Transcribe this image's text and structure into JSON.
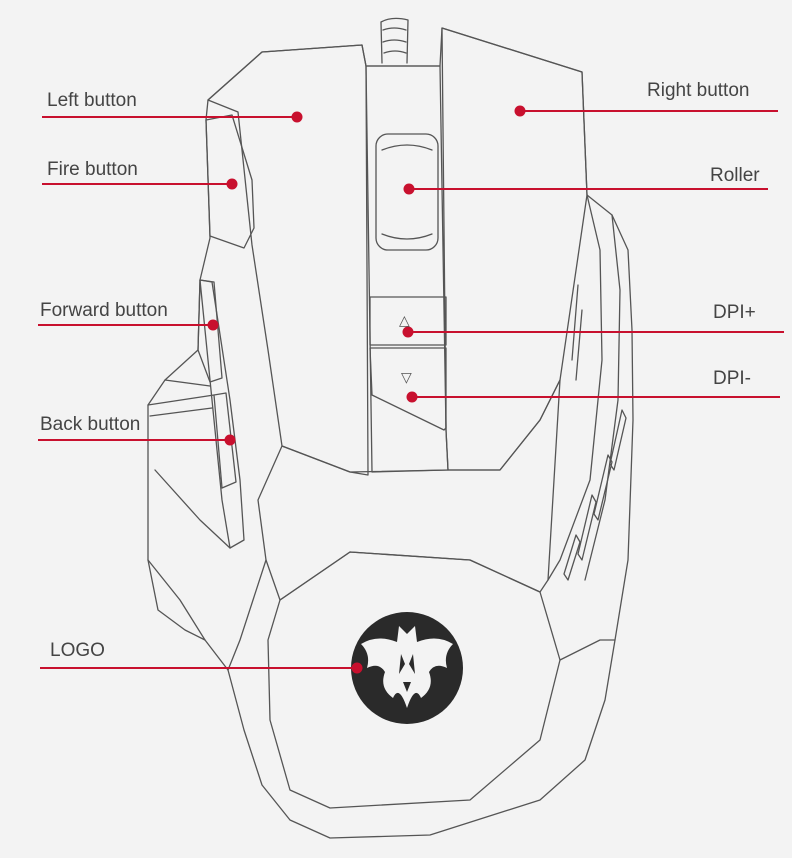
{
  "colors": {
    "background": "#f3f3f3",
    "leader_line": "#c8102e",
    "outline": "#555555",
    "label_text": "#444444",
    "logo_fill": "#2a2a2a"
  },
  "labels": {
    "left_button": "Left button",
    "fire_button": "Fire button",
    "forward_button": "Forward button",
    "back_button": "Back button",
    "logo": "LOGO",
    "right_button": "Right button",
    "roller": "Roller",
    "dpi_plus": "DPI+",
    "dpi_minus": "DPI-"
  },
  "glyphs": {
    "dpi_up": "△",
    "dpi_down": "▽"
  },
  "icons": {
    "logo": "bat-logo-icon"
  }
}
